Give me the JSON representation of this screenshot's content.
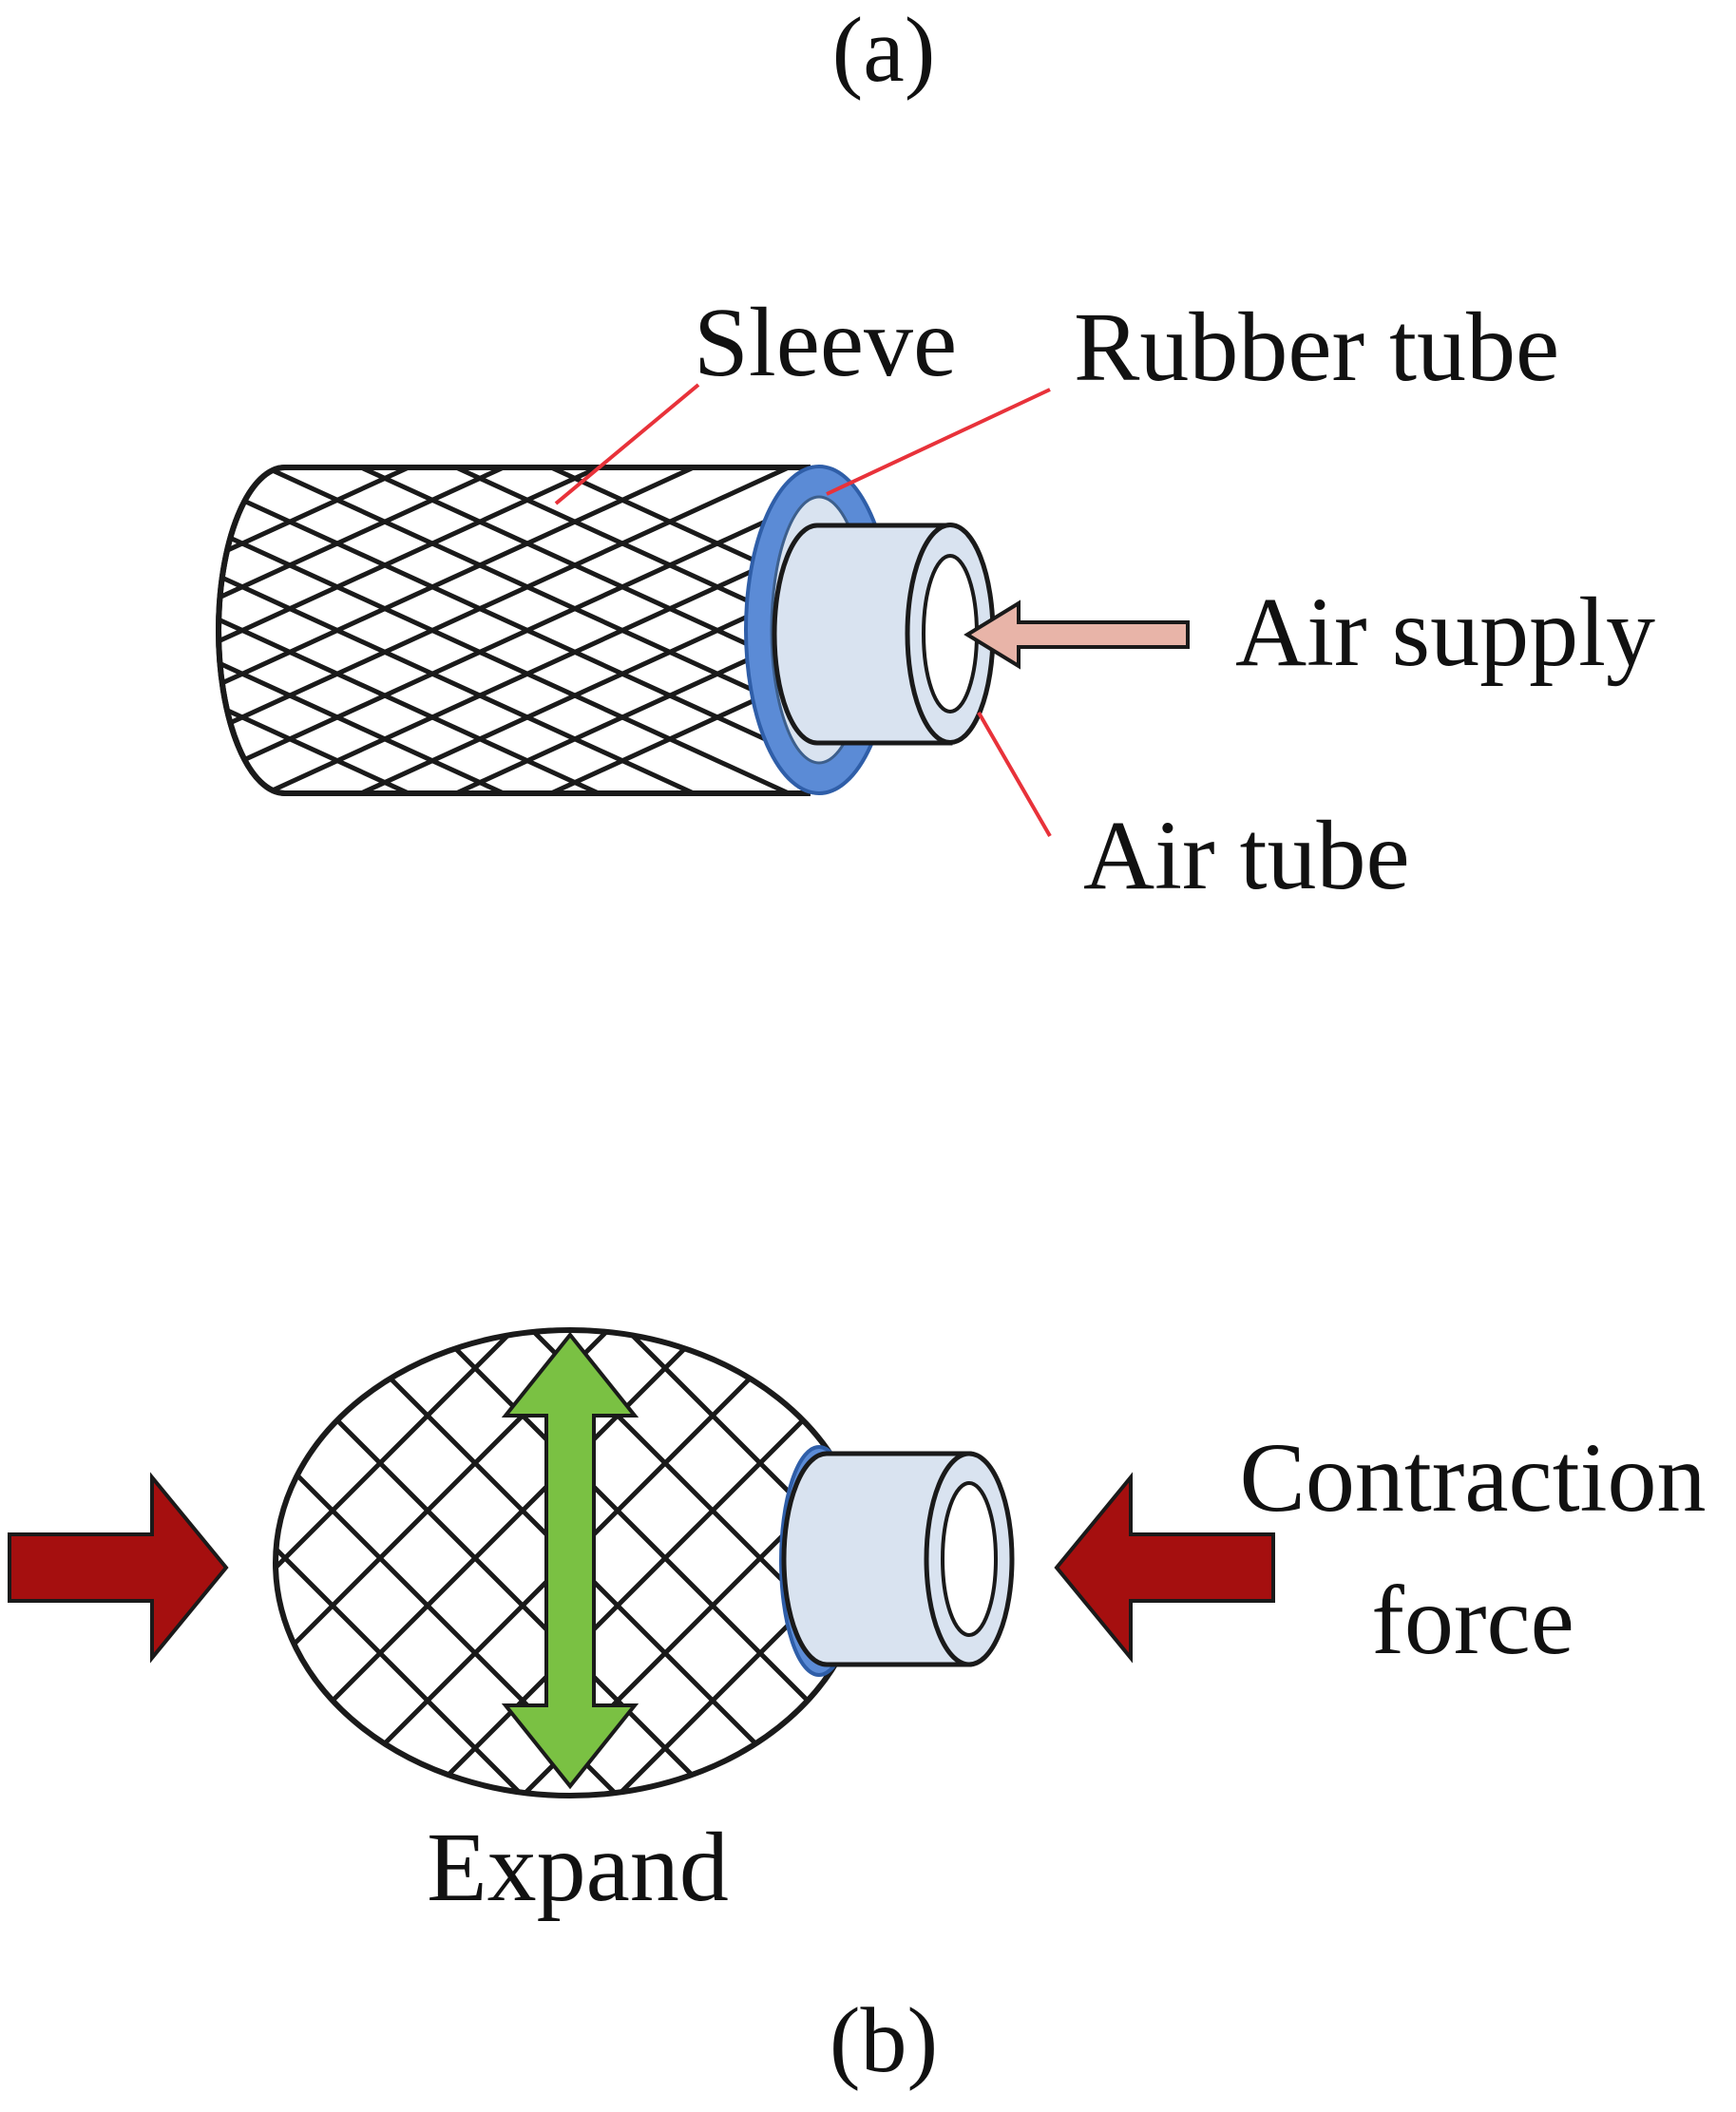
{
  "panel_a": {
    "caption": "(a)",
    "labels": {
      "sleeve": "Sleeve",
      "rubber_tube": "Rubber tube",
      "air_supply": "Air supply",
      "air_tube": "Air tube"
    }
  },
  "panel_b": {
    "caption": "(b)",
    "labels": {
      "contraction_line1": "Contraction",
      "contraction_line2": "force",
      "expand": "Expand"
    }
  },
  "colors": {
    "rubber_tube": "#5b8bd6",
    "air_tube": "#d9e3f0",
    "air_supply_arrow": "#e8b4a8",
    "leader_lines": "#e8323a",
    "contraction_arrows": "#a50f0f",
    "expand_arrow": "#7ac143"
  }
}
